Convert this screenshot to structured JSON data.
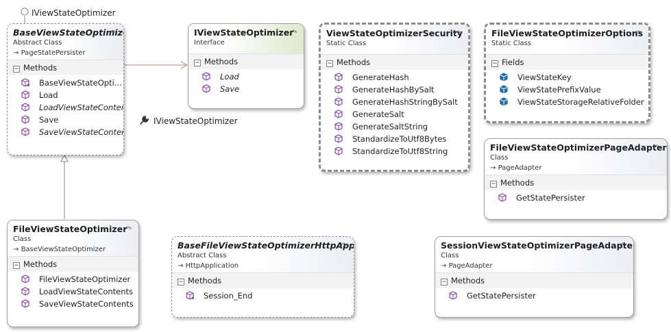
{
  "diagram": {
    "lollipop_label": "IViewStateOptimizer",
    "realization_label": "IViewStateOptimizer",
    "section_methods": "Methods",
    "section_fields": "Fields"
  },
  "boxes": {
    "base_view_state_optimizer": {
      "title": "BaseViewStateOptimizer",
      "stereotype": "Abstract Class",
      "base": "PageStatePersister",
      "members": [
        "BaseViewStateOpti...",
        "Load",
        "LoadViewStateContents",
        "Save",
        "SaveViewStateContents"
      ]
    },
    "iview_state_optimizer": {
      "title": "IViewStateOptimizer",
      "stereotype": "Interface",
      "members": [
        "Load",
        "Save"
      ]
    },
    "view_state_optimizer_security": {
      "title": "ViewStateOptimizerSecurity",
      "stereotype": "Static Class",
      "members": [
        "GenerateHash",
        "GenerateHashBySalt",
        "GenerateHashStringBySalt",
        "GenerateSalt",
        "GenerateSaltString",
        "StandardizeToUtf8Bytes",
        "StandardizeToUtf8String"
      ]
    },
    "file_view_state_optimizer_options": {
      "title": "FileViewStateOptimizerOptions",
      "stereotype": "Static Class",
      "members": [
        "ViewStateKey",
        "ViewStatePrefixValue",
        "ViewStateStorageRelativeFolder"
      ]
    },
    "file_view_state_optimizer_page_adapter": {
      "title": "FileViewStateOptimizerPageAdapter",
      "stereotype": "Class",
      "base": "PageAdapter",
      "members": [
        "GetStatePersister"
      ]
    },
    "file_view_state_optimizer": {
      "title": "FileViewStateOptimizer",
      "stereotype": "Class",
      "base": "BaseViewStateOptimizer",
      "members": [
        "FileViewStateOptimizer",
        "LoadViewStateContents",
        "SaveViewStateContents"
      ]
    },
    "base_file_http_application": {
      "title": "BaseFileViewStateOptimizerHttpApplicati...",
      "stereotype": "Abstract Class",
      "base": "HttpApplication",
      "members": [
        "Session_End"
      ]
    },
    "session_view_state_optimizer_page_adapter": {
      "title": "SessionViewStateOptimizerPageAdapter",
      "stereotype": "Class",
      "base": "PageAdapter",
      "members": [
        "GetStatePersister"
      ]
    }
  },
  "icons": {
    "collapse": "double-chevron-up-icon",
    "method": "method-cube-icon",
    "constructor": "constructor-cube-star-icon",
    "field": "field-cube-icon",
    "inherit_arrow": "arrow-icon",
    "wrench": "wrench-icon"
  },
  "colors": {
    "method_icon": "#8a3fb8",
    "field_icon": "#1e6fae",
    "interface_header": "#dfe9cc",
    "connector_realization": "#c49a8a",
    "connector_inheritance": "#8a8a8a"
  }
}
